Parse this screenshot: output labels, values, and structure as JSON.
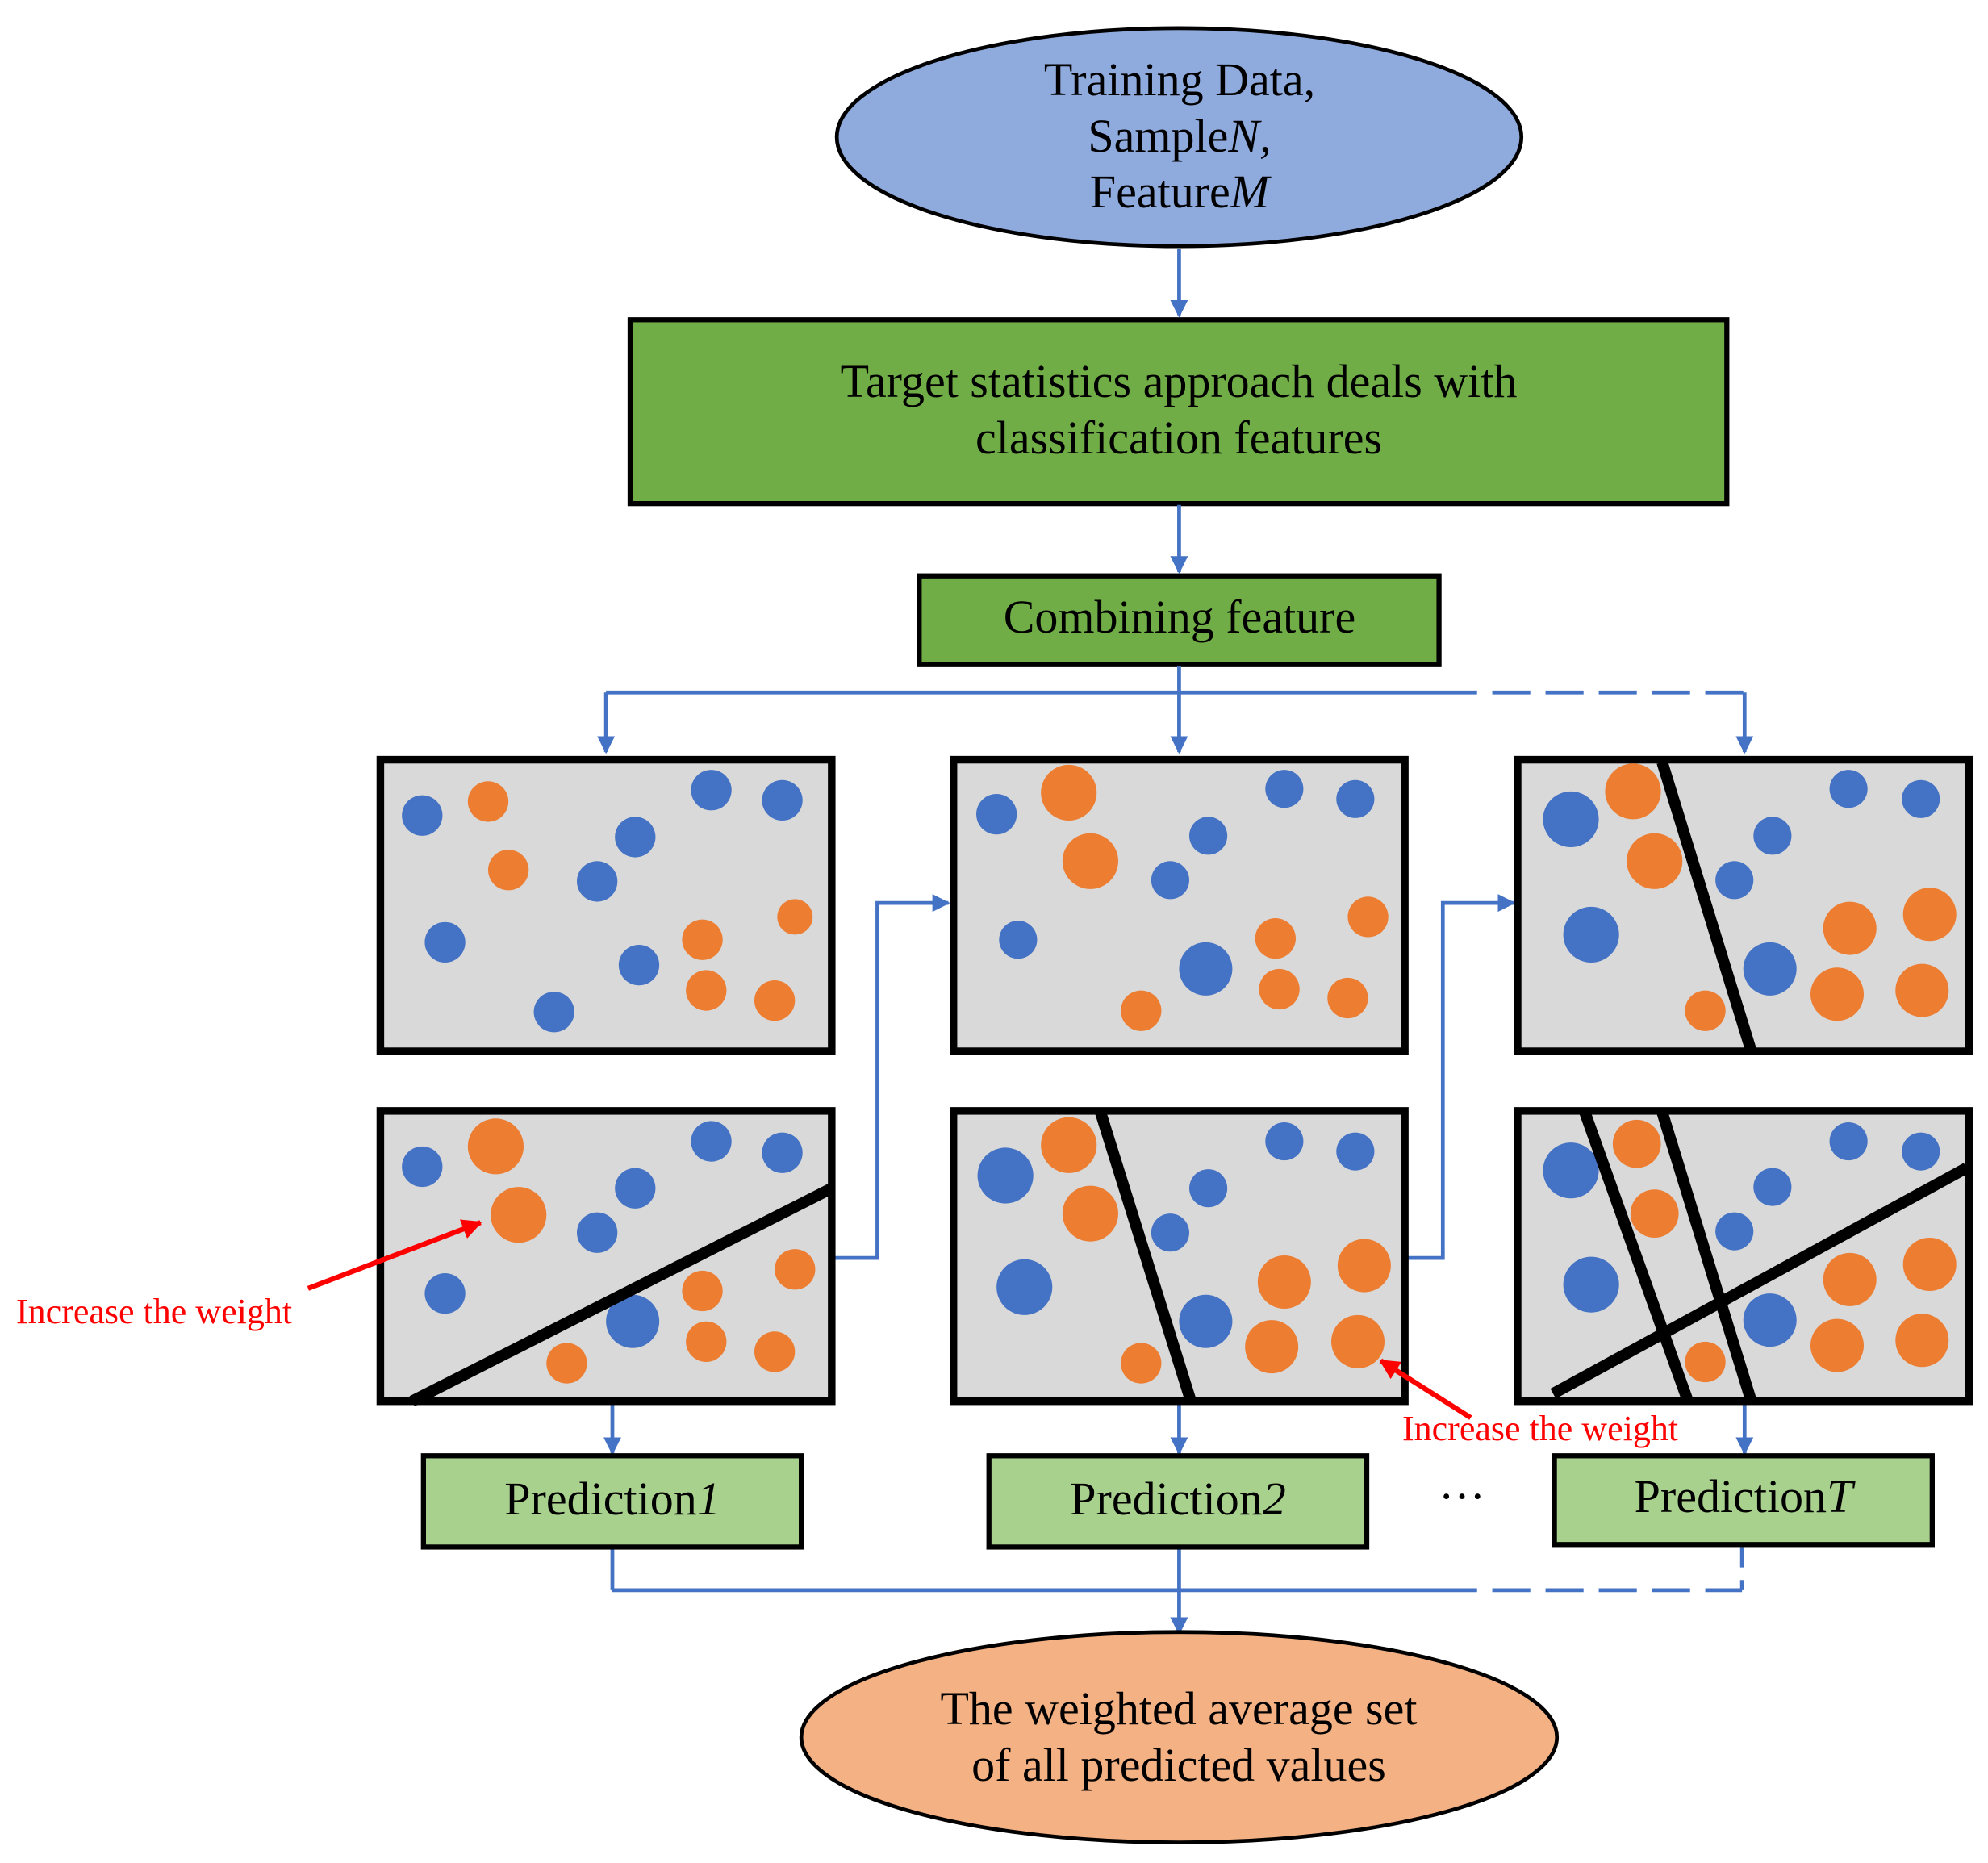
{
  "colors": {
    "flow": "#4472c4",
    "start_fill": "#8faadc",
    "process_fill": "#70ad47",
    "prediction_fill": "#a9d18e",
    "end_fill": "#f4b183",
    "panel_fill": "#d9d9d9",
    "dot_blue": "#4472c4",
    "dot_orange": "#ed7d31",
    "annotation": "#ff0000"
  },
  "start_node": {
    "line1": "Training Data,",
    "line2_text": "Sample",
    "line2_var": "N",
    "line2_comma": ",",
    "line3_text": "Feature",
    "line3_var": "M"
  },
  "process_node": {
    "line1": "Target statistics approach deals with",
    "line2": "classification features"
  },
  "combine_node": {
    "label": "Combining feature"
  },
  "predictions": [
    {
      "text": "Prediction",
      "var": "1"
    },
    {
      "text": "Prediction",
      "var": "2"
    },
    {
      "text": "Prediction",
      "var": "T"
    }
  ],
  "ellipsis": "···",
  "annotations": [
    {
      "text": "Increase the weight"
    },
    {
      "text": "Increase the weight"
    }
  ],
  "end_node": {
    "line1": "The weighted average set",
    "line2": "of all predicted values"
  },
  "panels": [
    {
      "name": "panel-1-initial",
      "dots": [
        [
          "b",
          333,
          643,
          16
        ],
        [
          "o",
          385,
          632,
          16
        ],
        [
          "b",
          561,
          623,
          16
        ],
        [
          "b",
          617,
          631,
          16
        ],
        [
          "b",
          501,
          660,
          16
        ],
        [
          "o",
          401,
          686,
          16
        ],
        [
          "b",
          471,
          695,
          16
        ],
        [
          "o",
          627,
          723,
          14
        ],
        [
          "b",
          351,
          743,
          16
        ],
        [
          "o",
          554,
          741,
          16
        ],
        [
          "b",
          504,
          761,
          16
        ],
        [
          "o",
          557,
          781,
          16
        ],
        [
          "o",
          611,
          789,
          16
        ],
        [
          "b",
          437,
          798,
          16
        ]
      ],
      "lines": []
    },
    {
      "name": "panel-2-initial",
      "dots": [
        [
          "b",
          786,
          642,
          16
        ],
        [
          "o",
          843,
          625,
          22
        ],
        [
          "b",
          1013,
          622,
          15
        ],
        [
          "b",
          1069,
          630,
          15
        ],
        [
          "b",
          953,
          659,
          15
        ],
        [
          "o",
          860,
          679,
          22
        ],
        [
          "b",
          923,
          694,
          15
        ],
        [
          "o",
          1079,
          723,
          16
        ],
        [
          "b",
          803,
          741,
          15
        ],
        [
          "o",
          1006,
          740,
          16
        ],
        [
          "b",
          951,
          764,
          21
        ],
        [
          "o",
          1009,
          780,
          16
        ],
        [
          "o",
          1063,
          787,
          16
        ],
        [
          "o",
          900,
          797,
          16
        ]
      ],
      "lines": []
    },
    {
      "name": "panel-3-initial",
      "dots": [
        [
          "b",
          1239,
          646,
          22
        ],
        [
          "o",
          1288,
          624,
          22
        ],
        [
          "b",
          1458,
          622,
          15
        ],
        [
          "b",
          1515,
          630,
          15
        ],
        [
          "b",
          1398,
          659,
          15
        ],
        [
          "o",
          1305,
          679,
          22
        ],
        [
          "b",
          1368,
          694,
          15
        ],
        [
          "o",
          1522,
          721,
          21
        ],
        [
          "b",
          1255,
          737,
          22
        ],
        [
          "o",
          1459,
          732,
          21
        ],
        [
          "b",
          1396,
          764,
          21
        ],
        [
          "o",
          1449,
          784,
          21
        ],
        [
          "o",
          1516,
          781,
          21
        ],
        [
          "o",
          1345,
          797,
          16
        ]
      ],
      "lines": [
        [
          1311,
          601,
          1381,
          828
        ]
      ]
    },
    {
      "name": "panel-1-weighted",
      "dots": [
        [
          "b",
          333,
          920,
          16
        ],
        [
          "o",
          391,
          904,
          22
        ],
        [
          "b",
          561,
          900,
          16
        ],
        [
          "b",
          617,
          909,
          16
        ],
        [
          "b",
          501,
          937,
          16
        ],
        [
          "o",
          409,
          958,
          22
        ],
        [
          "b",
          471,
          972,
          16
        ],
        [
          "o",
          627,
          1001,
          16
        ],
        [
          "b",
          351,
          1020,
          16
        ],
        [
          "o",
          554,
          1018,
          16
        ],
        [
          "b",
          499,
          1042,
          21
        ],
        [
          "o",
          557,
          1058,
          16
        ],
        [
          "o",
          611,
          1066,
          16
        ],
        [
          "o",
          447,
          1075,
          16
        ]
      ],
      "lines": [
        [
          325,
          1105,
          656,
          937
        ]
      ]
    },
    {
      "name": "panel-2-weighted",
      "dots": [
        [
          "b",
          793,
          927,
          22
        ],
        [
          "o",
          843,
          903,
          22
        ],
        [
          "b",
          1013,
          900,
          15
        ],
        [
          "b",
          1069,
          908,
          15
        ],
        [
          "b",
          953,
          937,
          15
        ],
        [
          "o",
          860,
          957,
          22
        ],
        [
          "b",
          923,
          972,
          15
        ],
        [
          "o",
          1076,
          998,
          21
        ],
        [
          "b",
          808,
          1015,
          22
        ],
        [
          "o",
          1013,
          1011,
          21
        ],
        [
          "b",
          951,
          1042,
          21
        ],
        [
          "o",
          1003,
          1062,
          21
        ],
        [
          "o",
          1071,
          1058,
          21
        ],
        [
          "o",
          900,
          1075,
          16
        ]
      ],
      "lines": [
        [
          868,
          877,
          939,
          1104
        ]
      ]
    },
    {
      "name": "panel-3-weighted",
      "dots": [
        [
          "b",
          1239,
          923,
          22
        ],
        [
          "o",
          1291,
          902,
          19
        ],
        [
          "b",
          1458,
          900,
          15
        ],
        [
          "b",
          1515,
          908,
          15
        ],
        [
          "b",
          1398,
          936,
          15
        ],
        [
          "o",
          1305,
          957,
          19
        ],
        [
          "b",
          1368,
          971,
          15
        ],
        [
          "o",
          1522,
          997,
          21
        ],
        [
          "b",
          1255,
          1013,
          22
        ],
        [
          "o",
          1459,
          1009,
          21
        ],
        [
          "b",
          1396,
          1041,
          21
        ],
        [
          "o",
          1449,
          1061,
          21
        ],
        [
          "o",
          1516,
          1057,
          21
        ],
        [
          "o",
          1345,
          1074,
          16
        ]
      ],
      "lines": [
        [
          1250,
          877,
          1331,
          1104
        ],
        [
          1311,
          877,
          1381,
          1104
        ],
        [
          1225,
          1099,
          1551,
          921
        ]
      ]
    }
  ]
}
